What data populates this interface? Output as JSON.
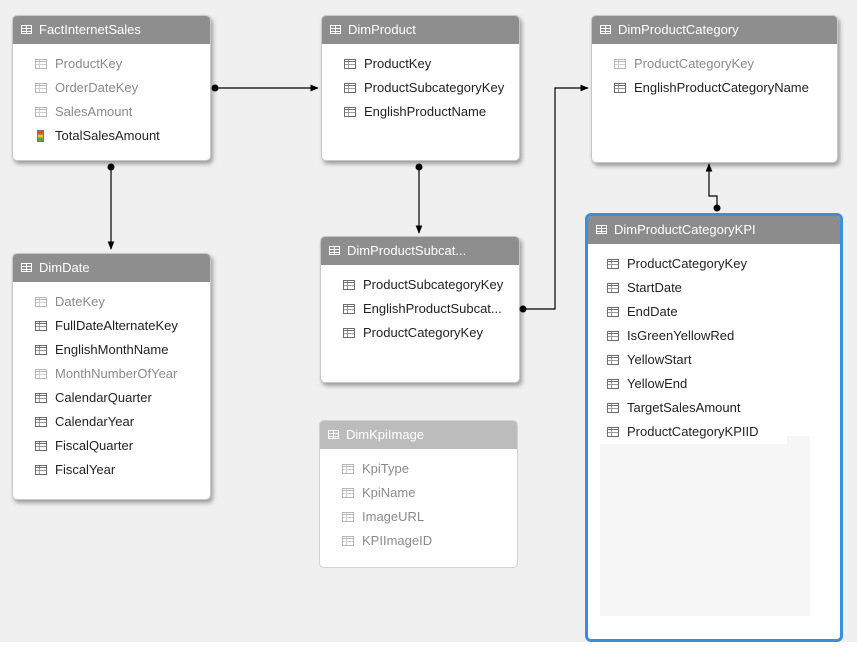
{
  "tables": {
    "fact_internet_sales": {
      "title": "FactInternetSales",
      "fields": [
        {
          "label": "ProductKey",
          "hidden": true
        },
        {
          "label": "OrderDateKey",
          "hidden": true
        },
        {
          "label": "SalesAmount",
          "hidden": true
        },
        {
          "label": "TotalSalesAmount",
          "hidden": false,
          "icon": "measure-icon"
        }
      ]
    },
    "dim_product": {
      "title": "DimProduct",
      "fields": [
        {
          "label": "ProductKey",
          "hidden": false
        },
        {
          "label": "ProductSubcategoryKey",
          "hidden": false
        },
        {
          "label": "EnglishProductName",
          "hidden": false
        }
      ]
    },
    "dim_product_category": {
      "title": "DimProductCategory",
      "fields": [
        {
          "label": "ProductCategoryKey",
          "hidden": true
        },
        {
          "label": "EnglishProductCategoryName",
          "hidden": false
        }
      ]
    },
    "dim_date": {
      "title": "DimDate",
      "fields": [
        {
          "label": "DateKey",
          "hidden": true
        },
        {
          "label": "FullDateAlternateKey",
          "hidden": false
        },
        {
          "label": "EnglishMonthName",
          "hidden": false
        },
        {
          "label": "MonthNumberOfYear",
          "hidden": true
        },
        {
          "label": "CalendarQuarter",
          "hidden": false
        },
        {
          "label": "CalendarYear",
          "hidden": false
        },
        {
          "label": "FiscalQuarter",
          "hidden": false
        },
        {
          "label": "FiscalYear",
          "hidden": false
        }
      ]
    },
    "dim_product_subcategory": {
      "title": "DimProductSubcat...",
      "fields": [
        {
          "label": "ProductSubcategoryKey",
          "hidden": false
        },
        {
          "label": "EnglishProductSubcat...",
          "hidden": false
        },
        {
          "label": "ProductCategoryKey",
          "hidden": false
        }
      ]
    },
    "dim_kpi_image": {
      "title": "DimKpiImage",
      "fields": [
        {
          "label": "KpiType",
          "hidden": true
        },
        {
          "label": "KpiName",
          "hidden": true
        },
        {
          "label": "ImageURL",
          "hidden": true
        },
        {
          "label": "KPIImageID",
          "hidden": true
        }
      ]
    },
    "dim_product_category_kpi": {
      "title": "DimProductCategoryKPI",
      "selected": true,
      "fields": [
        {
          "label": "ProductCategoryKey",
          "hidden": false
        },
        {
          "label": "StartDate",
          "hidden": false
        },
        {
          "label": "EndDate",
          "hidden": false
        },
        {
          "label": "IsGreenYellowRed",
          "hidden": false
        },
        {
          "label": "YellowStart",
          "hidden": false
        },
        {
          "label": "YellowEnd",
          "hidden": false
        },
        {
          "label": "TargetSalesAmount",
          "hidden": false
        },
        {
          "label": "ProductCategoryKPIID",
          "hidden": false,
          "highlighted": true
        }
      ]
    }
  },
  "colors": {
    "canvas": "#f0f0f0",
    "header": "#8e8e8e",
    "header_dim": "#bcbcbc",
    "selection_border": "#3a8fdd",
    "relationship_line": "#000000"
  }
}
